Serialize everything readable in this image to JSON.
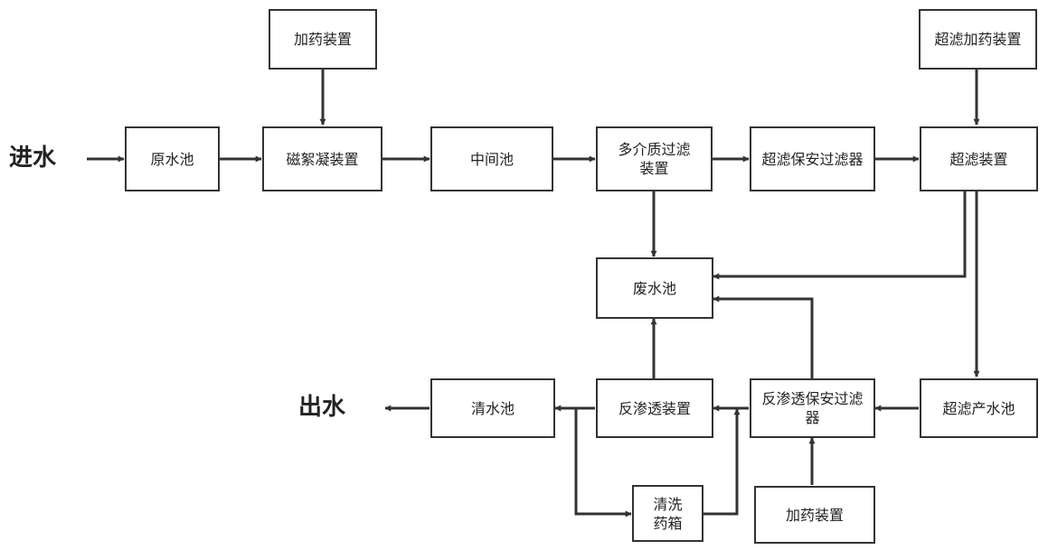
{
  "labels": {
    "inlet": "进水",
    "outlet": "出水"
  },
  "boxes": {
    "raw_water_tank": "原水池",
    "dosing_device_1": "加药装置",
    "magnetic_coagulation": "磁絮凝装置",
    "intermediate_tank": "中间池",
    "multimedia_filter": "多介质过滤装置",
    "uf_security_filter": "超滤保安过滤器",
    "uf_dosing_device": "超滤加药装置",
    "uf_device": "超滤装置",
    "wastewater_tank": "废水池",
    "clean_water_tank": "清水池",
    "ro_device": "反渗透装置",
    "ro_security_filter": "反渗透保安过滤器",
    "uf_product_tank": "超滤产水池",
    "cleaning_tank": "清洗药箱",
    "dosing_device_2": "加药装置"
  },
  "colors": {
    "line": "#333333",
    "box_border": "#333333",
    "background": "#ffffff"
  }
}
